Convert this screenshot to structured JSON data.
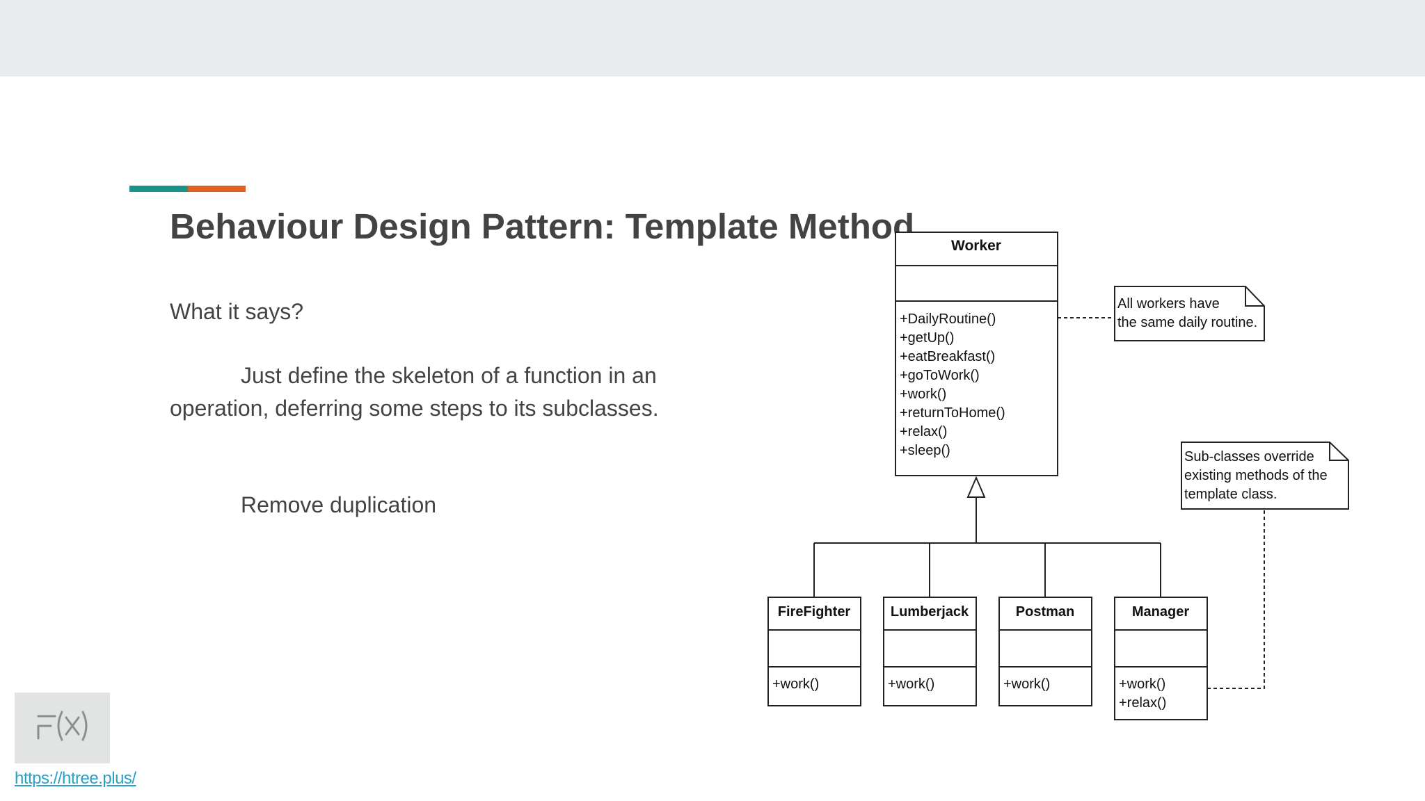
{
  "slide": {
    "title": "Behaviour Design Pattern: Template Method",
    "question": "What it says?",
    "description": "Just define the skeleton of a function in an operation, deferring some steps to its subclasses.",
    "point2": "Remove duplication",
    "link": "https://htree.plus/",
    "accent_colors": [
      "#1a9488",
      "#e0611f"
    ]
  },
  "diagram": {
    "worker": {
      "name": "Worker",
      "methods": [
        "+DailyRoutine()",
        "+getUp()",
        "+eatBreakfast()",
        "+goToWork()",
        "+work()",
        "+returnToHome()",
        "+relax()",
        "+sleep()"
      ]
    },
    "note_worker": [
      "All workers have",
      "the same daily routine."
    ],
    "note_subclasses": [
      "Sub-classes override",
      "existing methods of the",
      "template class."
    ],
    "subclasses": [
      {
        "name": "FireFighter",
        "methods": [
          "+work()"
        ]
      },
      {
        "name": "Lumberjack",
        "methods": [
          "+work()"
        ]
      },
      {
        "name": "Postman",
        "methods": [
          "+work()"
        ]
      },
      {
        "name": "Manager",
        "methods": [
          "+work()",
          "+relax()"
        ]
      }
    ]
  }
}
